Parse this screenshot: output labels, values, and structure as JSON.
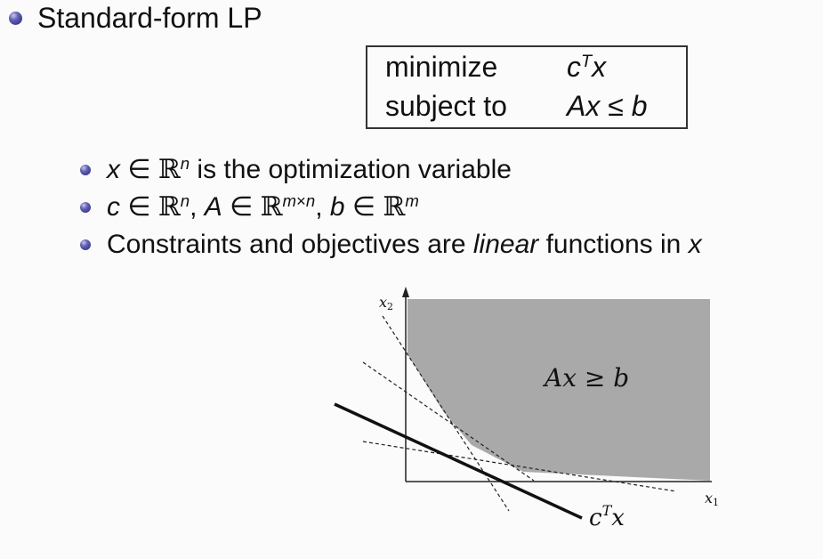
{
  "title": "Standard-form LP",
  "lp_box": {
    "row1_label": "minimize",
    "row1_expr": "cTx",
    "row2_label": "subject to",
    "row2_expr": "Ax ≤ b"
  },
  "bullets": {
    "item1": "x ∈ ℝn is the optimization variable",
    "item2": "c ∈ ℝn, A ∈ ℝm×n, b ∈ ℝm",
    "item3": "Constraints and objectives are linear functions in x"
  },
  "figure": {
    "x_axis_label": "x1",
    "y_axis_label": "x2",
    "region_label": "Ax ≥ b",
    "objective_label": "cTx",
    "region_color": "#a9a9a9"
  }
}
